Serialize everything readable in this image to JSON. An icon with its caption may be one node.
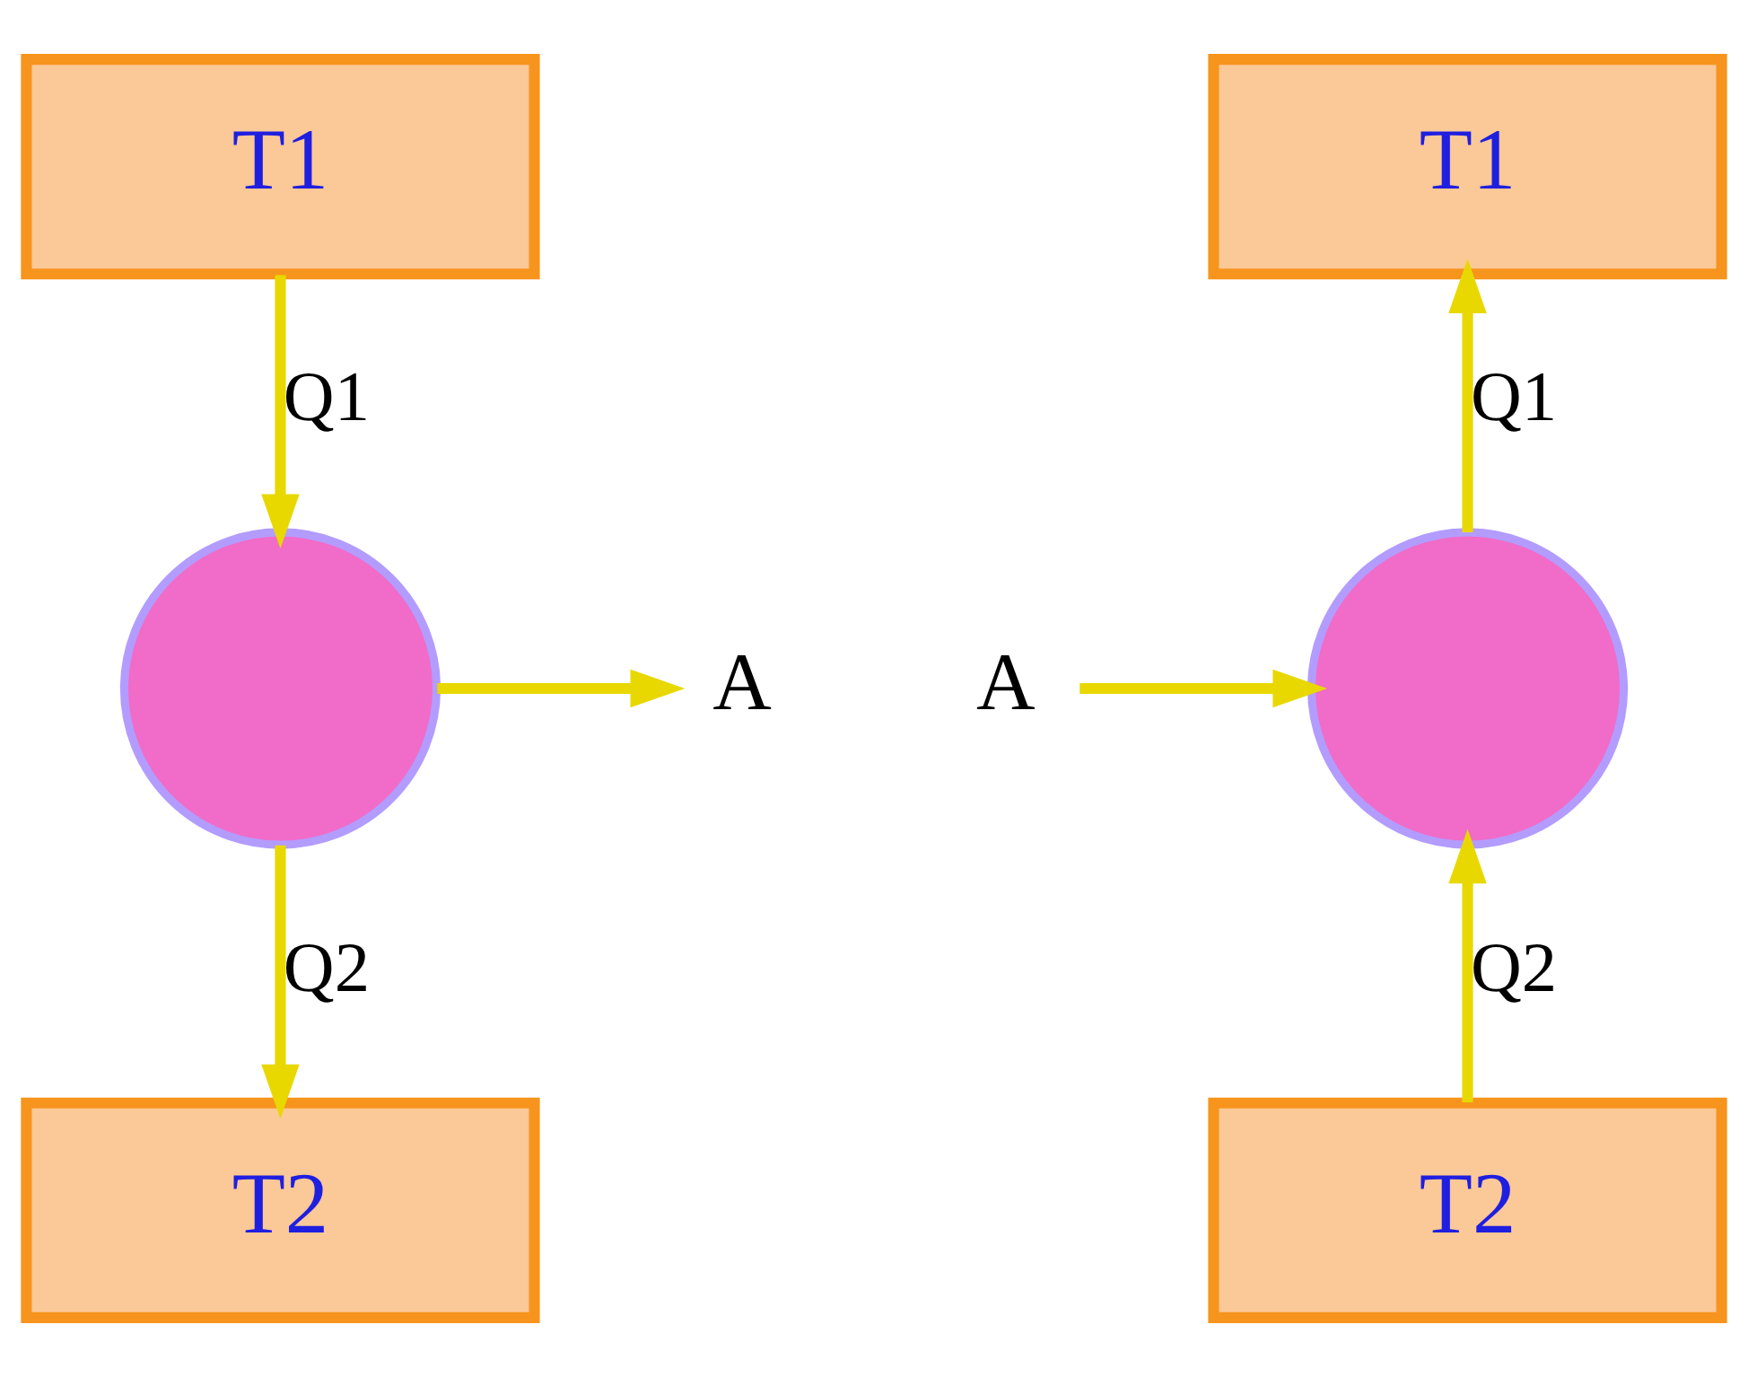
{
  "diagram": {
    "nodes": [
      {
        "text": [
          "T1"
        ]
      },
      {
        "text": [],
        "shape": "circle"
      },
      {
        "text": [
          "T2"
        ]
      },
      {
        "text": [
          "A"
        ]
      },
      {
        "text": [
          "T1"
        ]
      },
      {
        "text": [],
        "shape": "circle"
      },
      {
        "text": [
          "T2"
        ]
      },
      {
        "text": [
          "A"
        ]
      }
    ],
    "edges": [
      {
        "from": 0,
        "to": 1,
        "arrow": "to",
        "label": "Q1"
      },
      {
        "from": 1,
        "to": 2,
        "arrow": "to",
        "label": "Q2"
      },
      {
        "from": 1,
        "to": 3,
        "arrow": "to"
      },
      {
        "from": 5,
        "to": 4,
        "arrow": "to",
        "label": "Q1"
      },
      {
        "from": 6,
        "to": 5,
        "arrow": "to",
        "label": "Q2"
      },
      {
        "from": 7,
        "to": 5,
        "arrow": "to"
      }
    ]
  }
}
